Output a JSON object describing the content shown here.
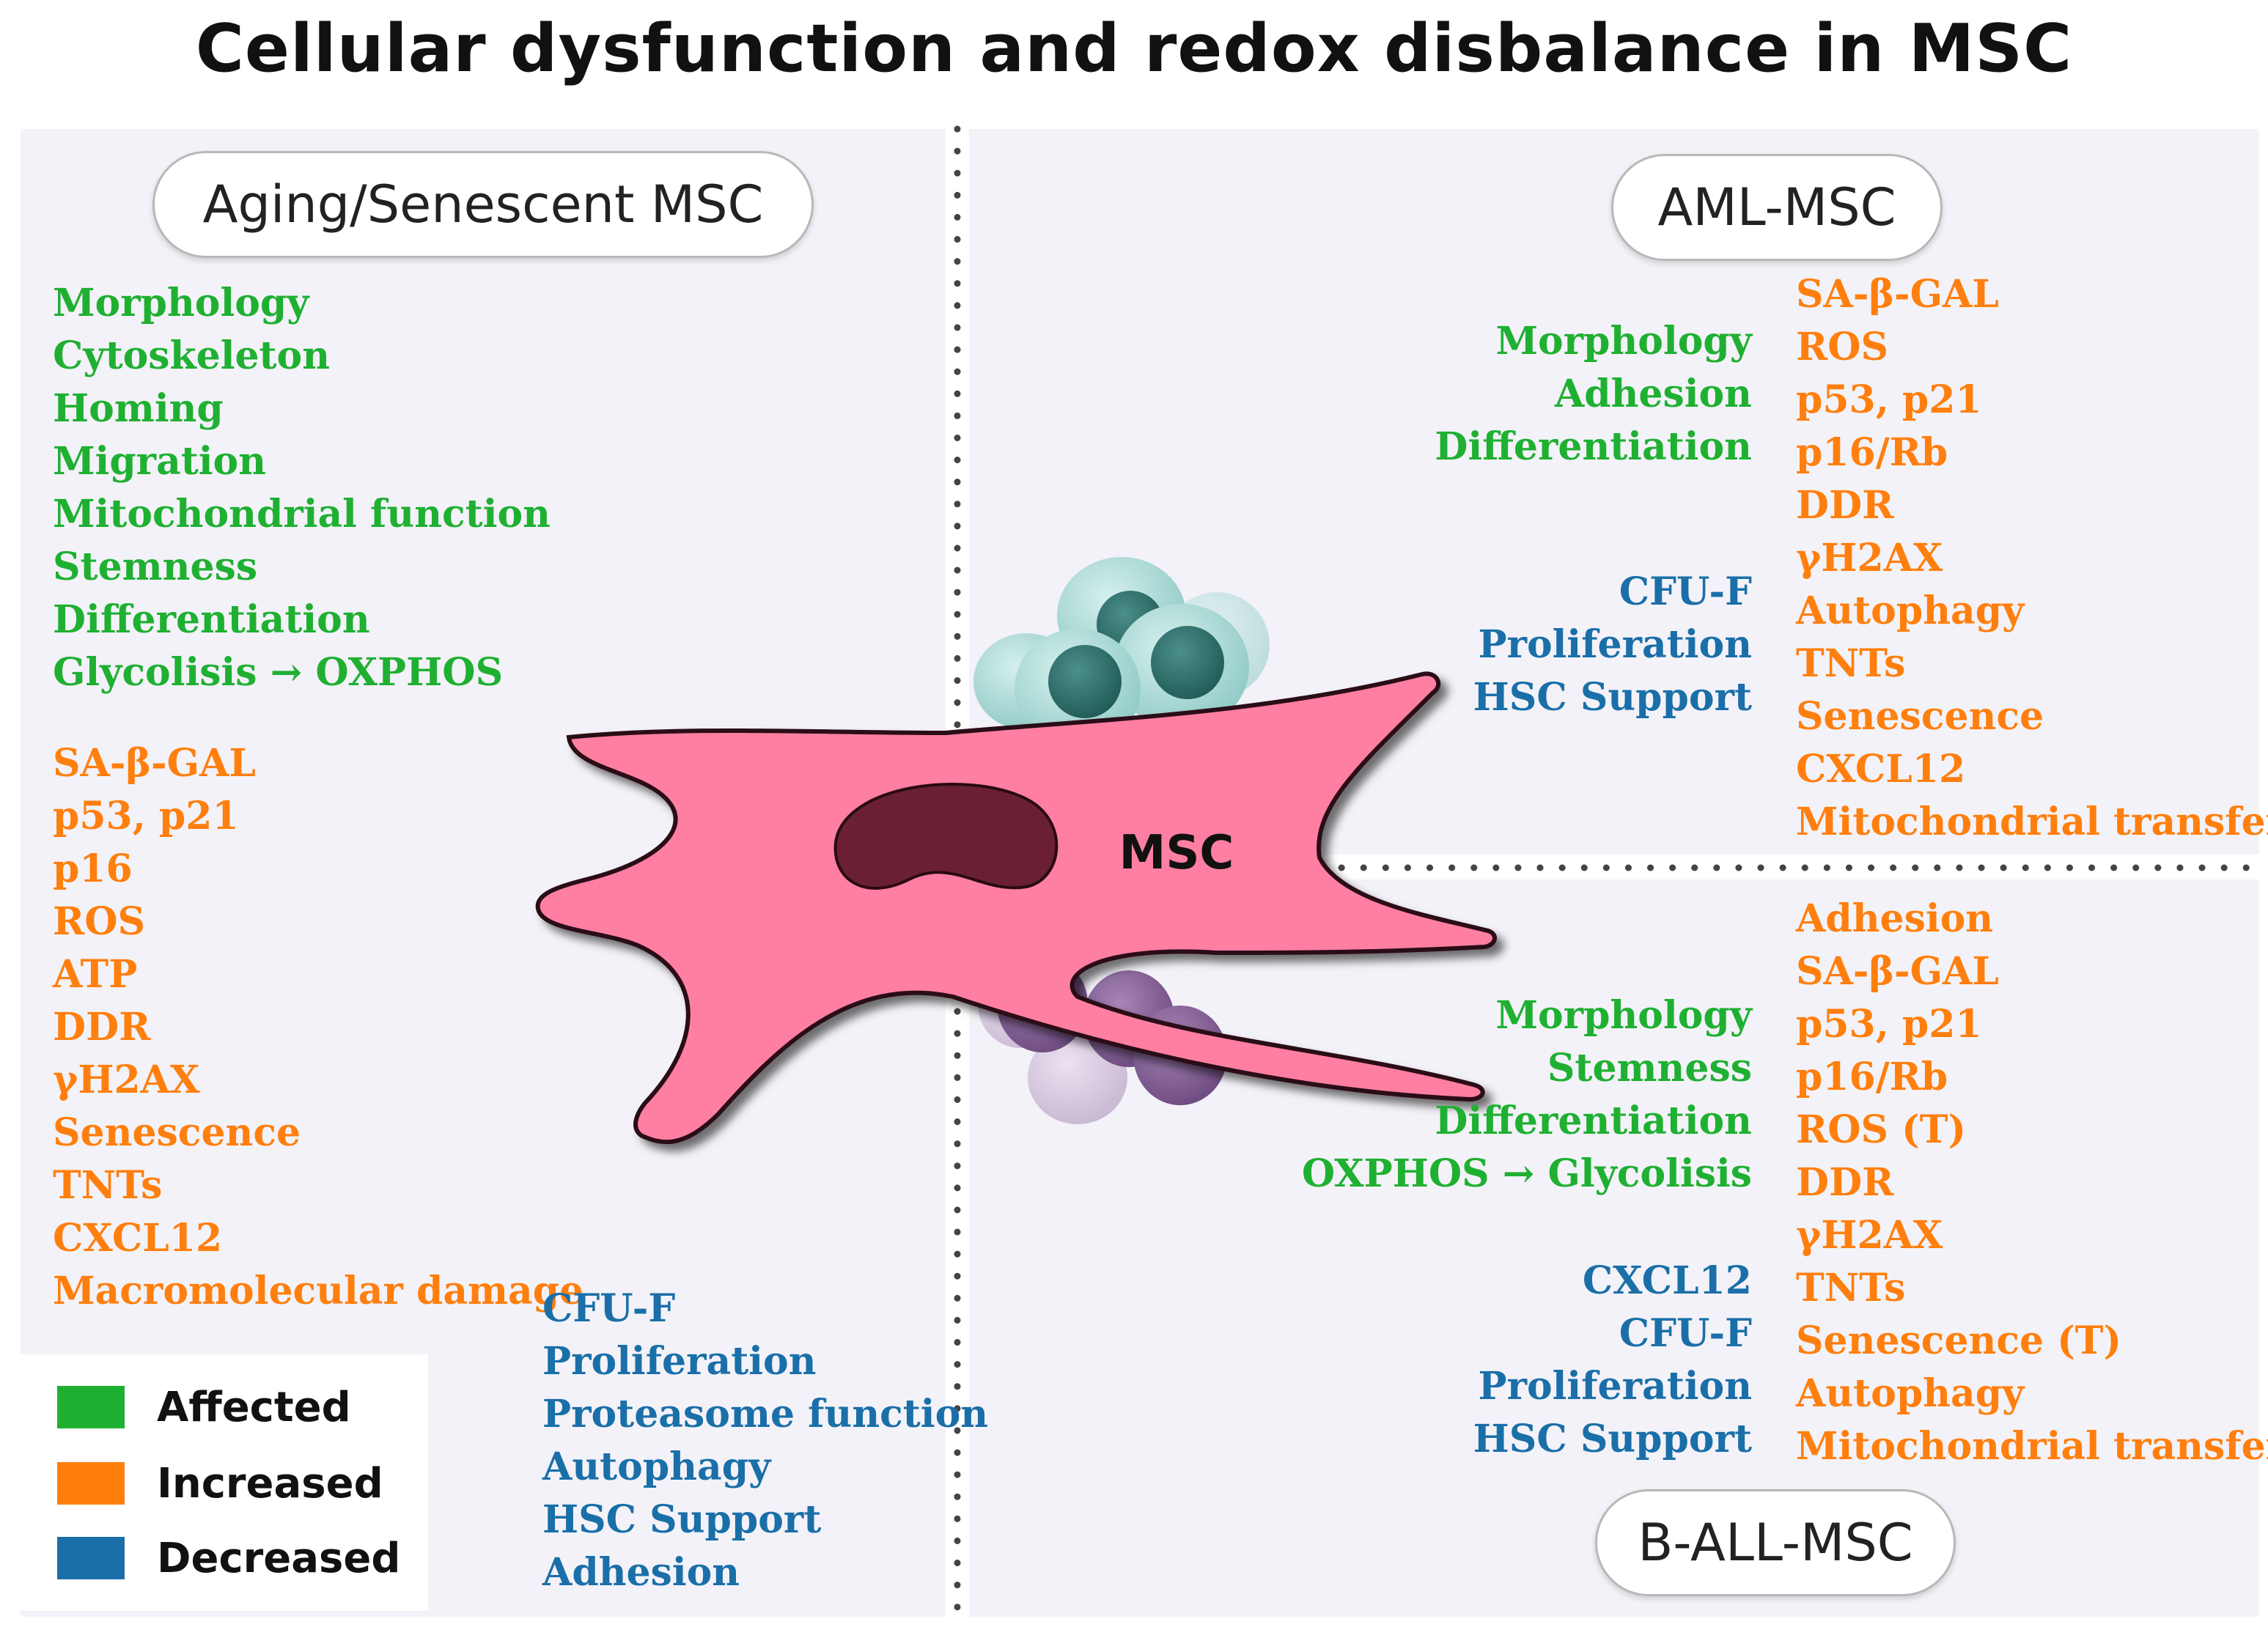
{
  "title": "Cellular dysfunction and redox disbalance in MSC",
  "colors": {
    "affected": "#1fb032",
    "increased": "#ff7f0e",
    "decreased": "#1a6fa8",
    "cell": "#ff7fa3",
    "nucleus": "#6a2032"
  },
  "cell_label": "MSC",
  "aging": {
    "label": "Aging/Senescent MSC",
    "affected": [
      "Morphology",
      "Cytoskeleton",
      "Homing",
      "Migration",
      "Mitochondrial function",
      "Stemness",
      "Differentiation",
      "Glycolisis → OXPHOS"
    ],
    "increased": [
      "SA-β-GAL",
      "p53, p21",
      "p16",
      "ROS",
      "ATP",
      "DDR",
      "γH2AX",
      "Senescence",
      "TNTs",
      "CXCL12",
      "Macromolecular damage"
    ],
    "decreased": [
      "CFU-F",
      "Proliferation",
      "Proteasome function",
      "Autophagy",
      "HSC Support",
      "Adhesion"
    ]
  },
  "aml": {
    "label": "AML-MSC",
    "affected": [
      "Morphology",
      "Adhesion",
      "Differentiation"
    ],
    "decreased": [
      "CFU-F",
      "Proliferation",
      "HSC Support"
    ],
    "increased": [
      "SA-β-GAL",
      "ROS",
      "p53, p21",
      "p16/Rb",
      "DDR",
      "γH2AX",
      "Autophagy",
      "TNTs",
      "Senescence",
      "CXCL12",
      "Mitochondrial transfer"
    ]
  },
  "ball": {
    "label": "B-ALL-MSC",
    "affected": [
      "Morphology",
      "Stemness",
      "Differentiation",
      "OXPHOS → Glycolisis"
    ],
    "decreased": [
      "CXCL12",
      "CFU-F",
      "Proliferation",
      "HSC Support"
    ],
    "increased": [
      "Adhesion",
      "SA-β-GAL",
      "p53, p21",
      "p16/Rb",
      "ROS (T)",
      "DDR",
      "γH2AX",
      "TNTs",
      "Senescence (T)",
      "Autophagy",
      "Mitochondrial transfer"
    ]
  },
  "legend": [
    {
      "label": "Affected",
      "color": "#1fb032"
    },
    {
      "label": "Increased",
      "color": "#ff7f0e"
    },
    {
      "label": "Decreased",
      "color": "#1a6fa8"
    }
  ]
}
